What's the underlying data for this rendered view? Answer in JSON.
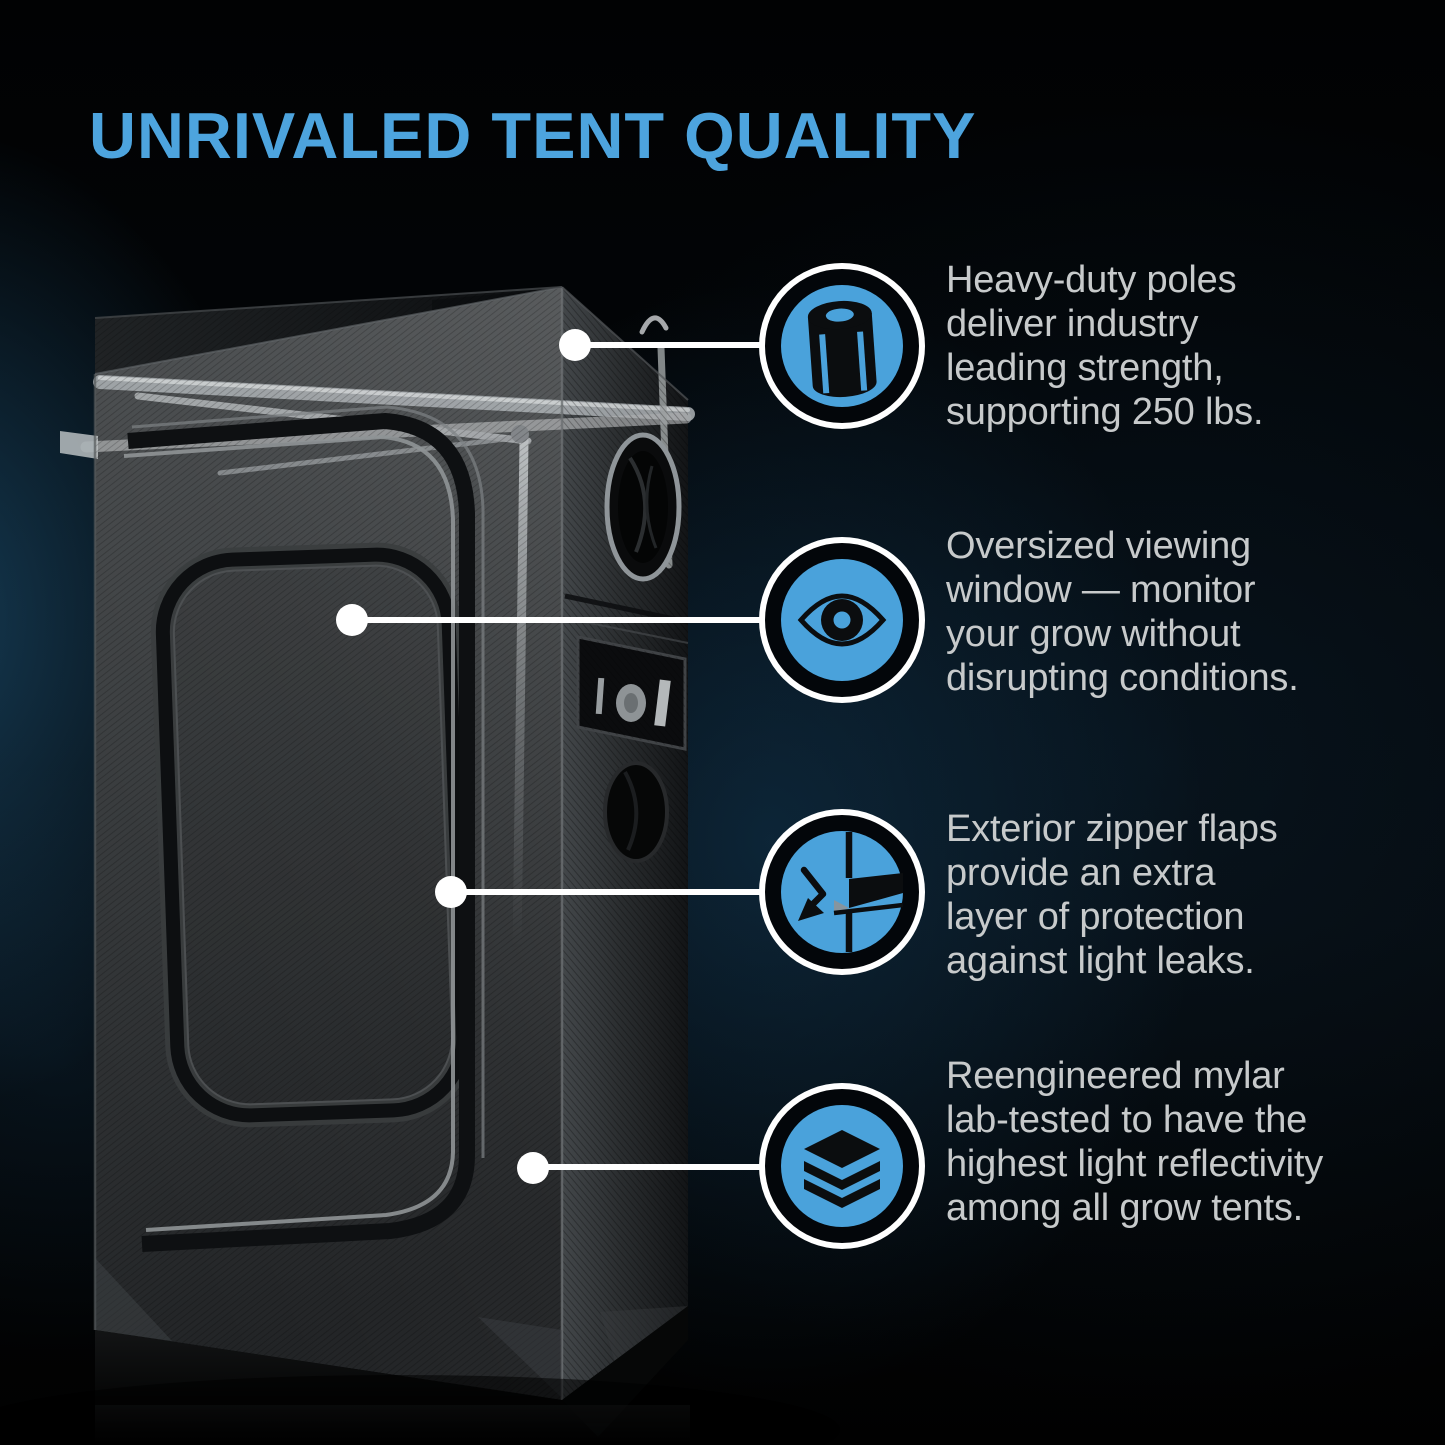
{
  "title": "UNRIVALED TENT QUALITY",
  "colors": {
    "title_blue": "#4da4de",
    "icon_blue": "#4aa2db",
    "body_text": "#c7cacb",
    "connector_white": "#ffffff",
    "background": "#010203"
  },
  "features": [
    {
      "icon": "pole-icon",
      "text": "Heavy-duty poles\ndeliver industry\nleading strength,\nsupporting 250 lbs."
    },
    {
      "icon": "eye-icon",
      "text": "Oversized viewing\nwindow — monitor\nyour grow without\ndisrupting conditions."
    },
    {
      "icon": "zipper-flap-icon",
      "text": "Exterior zipper flaps\nprovide an extra\nlayer of protection\nagainst light leaks."
    },
    {
      "icon": "layers-icon",
      "text": "Reengineered mylar\nlab-tested to have the\nhighest light reflectivity\namong all grow tents."
    }
  ]
}
